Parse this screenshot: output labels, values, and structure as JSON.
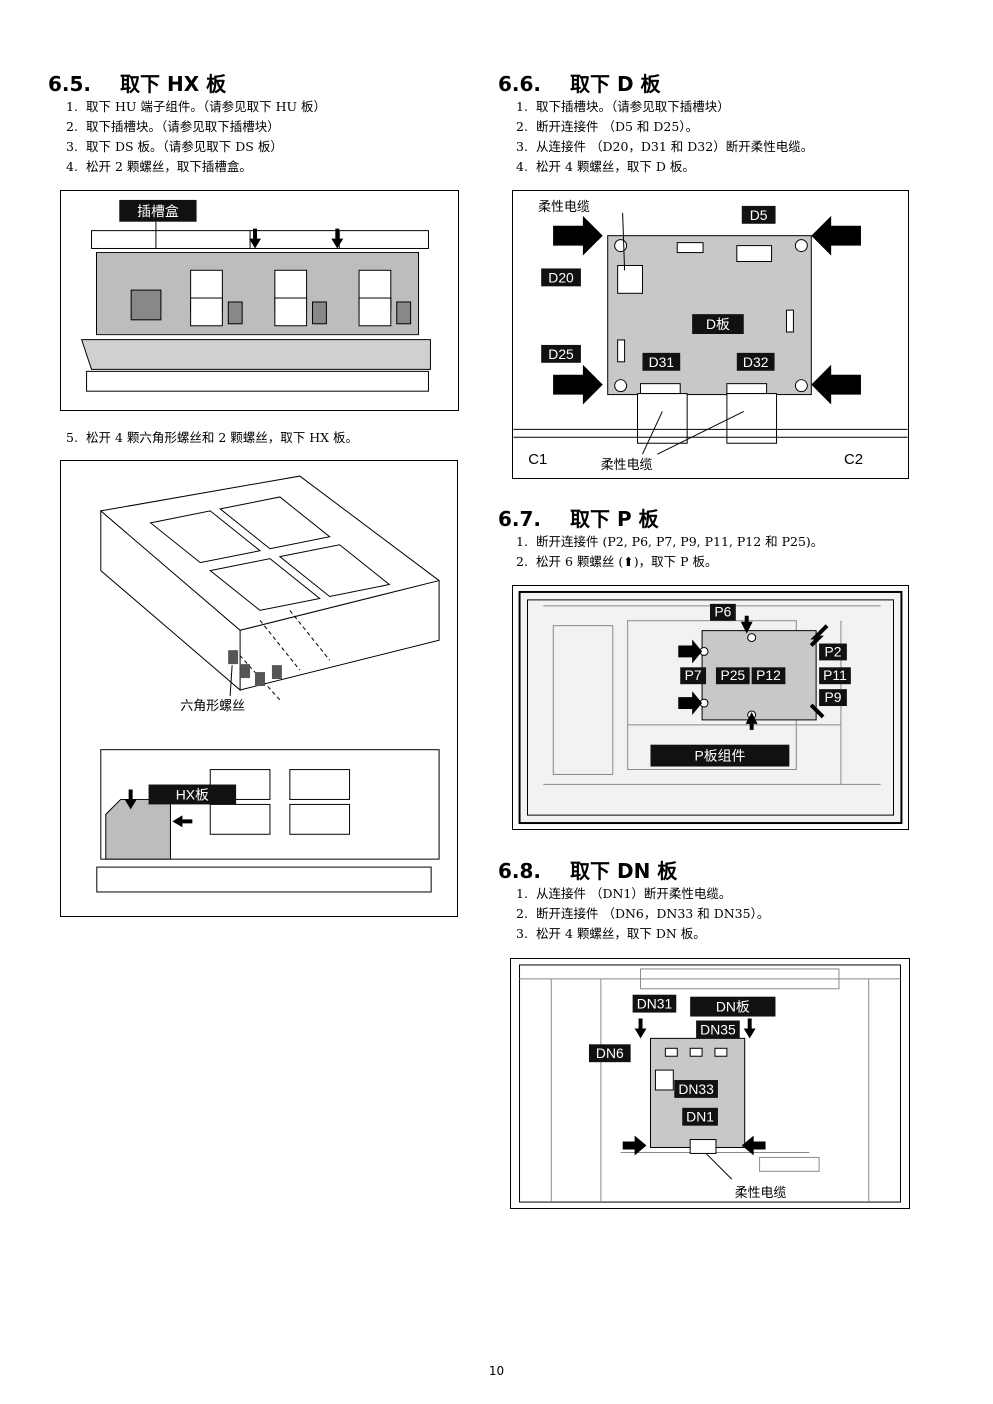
{
  "sections": {
    "s65": {
      "number": "6.5.",
      "title": "取下 HX 板",
      "steps": [
        {
          "n": "1.",
          "text": "取下 HU 端子组件。（请参见取下 HU 板）"
        },
        {
          "n": "2.",
          "text": "取下插槽块。（请参见取下插槽块）"
        },
        {
          "n": "3.",
          "text": "取下 DS 板。（请参见取下 DS 板）"
        },
        {
          "n": "4.",
          "text": "松开 2 颗螺丝，取下插槽盒。"
        }
      ],
      "fig1_labels": {
        "slot_box": "插槽盒"
      },
      "step5": {
        "n": "5.",
        "text": "松开 4 颗六角形螺丝和 2 颗螺丝，取下 HX 板。"
      },
      "fig2_labels": {
        "hex_screw": "六角形螺丝",
        "hx_board": "HX板"
      }
    },
    "s66": {
      "number": "6.6.",
      "title": "取下 D 板",
      "steps": [
        {
          "n": "1.",
          "text": "取下插槽块。（请参见取下插槽块）"
        },
        {
          "n": "2.",
          "text": "断开连接件 （D5 和 D25）。"
        },
        {
          "n": "3.",
          "text": "从连接件 （D20，D31 和 D32）断开柔性电缆。"
        },
        {
          "n": "4.",
          "text": "松开 4 颗螺丝，取下 D 板。"
        }
      ],
      "fig_labels": {
        "flex_top": "柔性电缆",
        "d5": "D5",
        "d20": "D20",
        "d_board": "D板",
        "d25": "D25",
        "d31": "D31",
        "d32": "D32",
        "c1": "C1",
        "c2": "C2",
        "flex_bottom": "柔性电缆"
      }
    },
    "s67": {
      "number": "6.7.",
      "title": "取下 P 板",
      "steps": [
        {
          "n": "1.",
          "text": "断开连接件 (P2, P6, P7, P9, P11, P12 和 P25)。"
        },
        {
          "n": "2.",
          "text": "松开 6 颗螺丝 (⬆)，取下 P 板。"
        }
      ],
      "fig_labels": {
        "p6": "P6",
        "p2": "P2",
        "p7": "P7",
        "p25": "P25",
        "p12": "P12",
        "p11": "P11",
        "p9": "P9",
        "p_assembly": "P板组件"
      }
    },
    "s68": {
      "number": "6.8.",
      "title": "取下 DN 板",
      "steps": [
        {
          "n": "1.",
          "text": "从连接件 （DN1）断开柔性电缆。"
        },
        {
          "n": "2.",
          "text": "断开连接件 （DN6，DN33 和 DN35）。"
        },
        {
          "n": "3.",
          "text": "松开 4 颗螺丝，取下 DN 板。"
        }
      ],
      "fig_labels": {
        "dn31": "DN31",
        "dn_board": "DN板",
        "dn35": "DN35",
        "dn6": "DN6",
        "dn33": "DN33",
        "dn1": "DN1",
        "flex": "柔性电缆"
      }
    }
  },
  "page_number": "10"
}
